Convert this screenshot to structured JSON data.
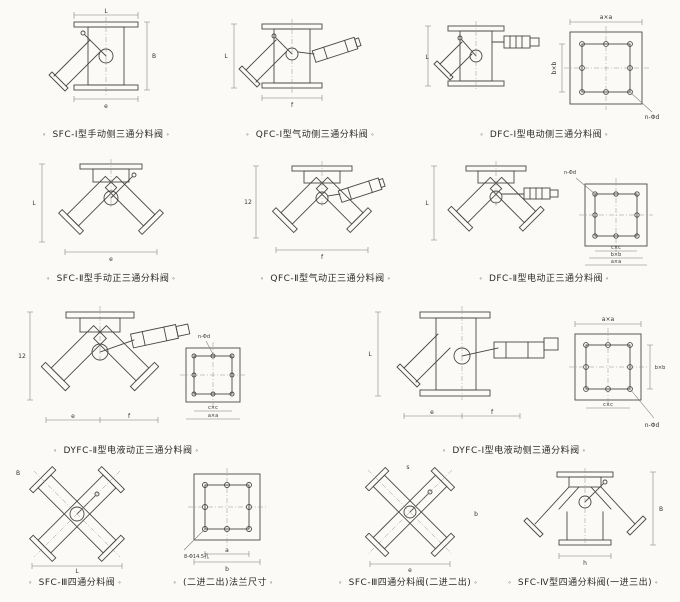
{
  "bullet": "。",
  "panels": [
    {
      "caption": "SFC-Ⅰ型手动侧三通分料阀",
      "dims": [
        "L",
        "B",
        "e"
      ]
    },
    {
      "caption": "QFC-Ⅰ型气动侧三通分料阀",
      "dims": [
        "L",
        "f"
      ]
    },
    {
      "caption": "DFC-Ⅰ型电动侧三通分料阀",
      "dims": [
        "L",
        "a×a",
        "b×b",
        "n-Φd"
      ]
    },
    {
      "caption": "SFC-Ⅱ型手动正三通分料阀",
      "dims": [
        "L",
        "e"
      ]
    },
    {
      "caption": "QFC-Ⅱ型气动正三通分料阀",
      "dims": [
        "12",
        "f"
      ]
    },
    {
      "caption": "DFC-Ⅱ型电动正三通分料阀",
      "dims": [
        "L",
        "n-Φd",
        "c×c",
        "b×b",
        "a×a"
      ]
    },
    {
      "caption": "DYFC-Ⅱ型电液动正三通分料阀",
      "dims": [
        "12",
        "e",
        "f",
        "n-Φd",
        "c×c",
        "a×a"
      ]
    },
    {
      "caption": "DYFC-Ⅰ型电液动侧三通分料阀",
      "dims": [
        "L",
        "e",
        "f",
        "a×a",
        "b×b",
        "c×c",
        "n-Φd"
      ]
    },
    {
      "caption": "SFC-Ⅲ四通分料阀",
      "dims": [
        "B",
        "L"
      ]
    },
    {
      "caption": "(二进二出)法兰尺寸",
      "dims": [
        "8-Φ14.5孔",
        "a",
        "b"
      ]
    },
    {
      "caption": "SFC-Ⅲ四通分料阀(二进二出)",
      "dims": [
        "s",
        "b",
        "e"
      ]
    },
    {
      "caption": "SFC-Ⅳ型四通分料阀(一进三出)",
      "dims": [
        "B",
        "h"
      ]
    }
  ]
}
